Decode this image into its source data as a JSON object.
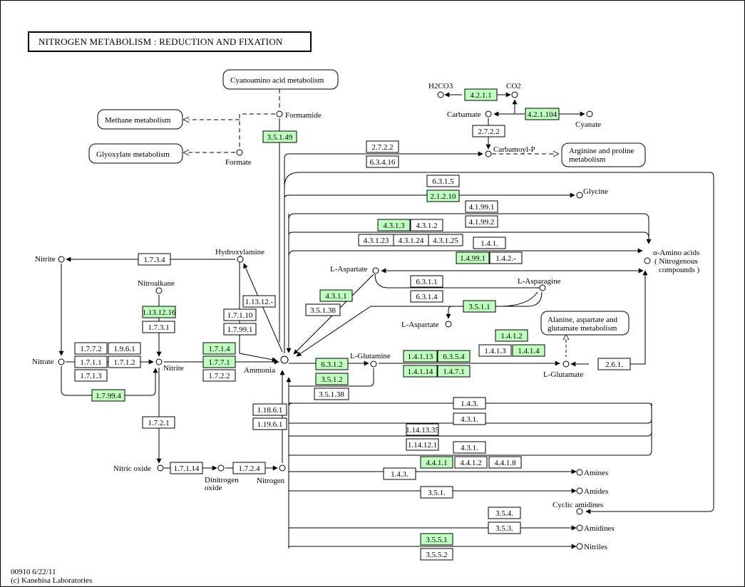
{
  "title": "NITROGEN  METABOLISM : REDUCTION AND FIXATION",
  "footer": {
    "line1": "00910 6/22/11",
    "line2": "(c) Kanehisa Laboratories"
  },
  "colors": {
    "enzyme_found": "#bfffbf",
    "enzyme_plain": "#ffffff",
    "line": "#000000"
  },
  "pathway_maps": {
    "cyanoamino": "Cyanoamino acid metabolism",
    "methane": "Methane metabolism",
    "glyoxylate": "Glyoxylate metabolism",
    "arginine_1": "Arginine and proline",
    "arginine_2": "metabolism",
    "alanine_1": "Alanine, aspartate and",
    "alanine_2": "glutamate metabolism"
  },
  "compounds": {
    "h2co3": "H2CO3",
    "co2": "CO2",
    "carbamate": "Carbamate",
    "cyanate": "Cyanate",
    "carbamoyl_p": "Carbamoyl-P",
    "formamide": "Formamide",
    "formate": "Formate",
    "glycine": "Glycine",
    "amino_acids_1": "α-Amino acids",
    "amino_acids_2": "( Nitrogenous",
    "amino_acids_3": "compounds )",
    "nitrite_left": "Nitrite",
    "hydroxylamine": "Hydroxylamine",
    "l_aspartate_top": "L-Aspartate",
    "l_asparagine": "L-Asparagine",
    "l_aspartate_mid": "L-Aspartate",
    "nitroalkane": "Nitroalkane",
    "nitrate": "Nitrate",
    "nitrite_center": "Nitrite",
    "ammonia": "Ammonia",
    "l_glutamine": "L-Glutamine",
    "l_glutamate": "L-Glutamate",
    "nitric_oxide": "Nitric oxide",
    "dinitrogen_1": "Dinitrogen",
    "dinitrogen_2": "oxide",
    "nitrogen": "Nitrogen",
    "amines": "Amines",
    "amides": "Amides",
    "cyclic_amidines": "Cyclic amidines",
    "amidines": "Amidines",
    "nitriles": "Nitriles"
  },
  "enzymes": [
    {
      "label": "4.2.1.1",
      "found": true
    },
    {
      "label": "4.2.1.104",
      "found": true
    },
    {
      "label": "2.7.2.2",
      "found": false
    },
    {
      "label": "3.5.1.49",
      "found": true
    },
    {
      "label": "2.7.2.2",
      "found": false
    },
    {
      "label": "6.3.4.16",
      "found": false
    },
    {
      "label": "6.3.1.5",
      "found": false
    },
    {
      "label": "2.1.2.10",
      "found": true
    },
    {
      "label": "4.1.99.1",
      "found": false
    },
    {
      "label": "4.1.99.2",
      "found": false
    },
    {
      "label": "4.3.1.3",
      "found": true
    },
    {
      "label": "4.3.1.2",
      "found": false
    },
    {
      "label": "4.3.1.23",
      "found": false
    },
    {
      "label": "4.3.1.24",
      "found": false
    },
    {
      "label": "4.3.1.25",
      "found": false
    },
    {
      "label": "1.4.1.",
      "found": false
    },
    {
      "label": "1.4.99.1",
      "found": true
    },
    {
      "label": "1.4.2.-",
      "found": false
    },
    {
      "label": "1.7.3.4",
      "found": false
    },
    {
      "label": "6.3.1.1",
      "found": false
    },
    {
      "label": "6.3.1.4",
      "found": false
    },
    {
      "label": "4.3.1.1",
      "found": true
    },
    {
      "label": "3.5.1.38",
      "found": false
    },
    {
      "label": "1.13.12.-",
      "found": false
    },
    {
      "label": "3.5.1.1",
      "found": true
    },
    {
      "label": "1.13.12.16",
      "found": true
    },
    {
      "label": "1.7.3.1",
      "found": false
    },
    {
      "label": "1.7.1.10",
      "found": false
    },
    {
      "label": "1.7.99.1",
      "found": false
    },
    {
      "label": "1.4.1.2",
      "found": true
    },
    {
      "label": "1.4.1.3",
      "found": false
    },
    {
      "label": "1.4.1.4",
      "found": true
    },
    {
      "label": "1.7.7.2",
      "found": false
    },
    {
      "label": "1.9.6.1",
      "found": false
    },
    {
      "label": "1.7.1.1",
      "found": false
    },
    {
      "label": "1.7.1.2",
      "found": false
    },
    {
      "label": "1.7.1.3",
      "found": false
    },
    {
      "label": "1.7.1.4",
      "found": true
    },
    {
      "label": "1.7.7.1",
      "found": true
    },
    {
      "label": "1.7.2.2",
      "found": false
    },
    {
      "label": "6.3.1.2",
      "found": true
    },
    {
      "label": "1.4.1.13",
      "found": true
    },
    {
      "label": "6.3.5.4",
      "found": true
    },
    {
      "label": "1.4.1.14",
      "found": true
    },
    {
      "label": "1.4.7.1",
      "found": true
    },
    {
      "label": "2.6.1.",
      "found": false
    },
    {
      "label": "3.5.1.2",
      "found": true
    },
    {
      "label": "3.5.1.38",
      "found": false
    },
    {
      "label": "1.7.99.4",
      "found": true
    },
    {
      "label": "1.4.3.",
      "found": false
    },
    {
      "label": "1.18.6.1",
      "found": false
    },
    {
      "label": "1.19.6.1",
      "found": false
    },
    {
      "label": "4.3.1.",
      "found": false
    },
    {
      "label": "1.7.2.1",
      "found": false
    },
    {
      "label": "1.14.13.35",
      "found": false
    },
    {
      "label": "1.14.12.1",
      "found": false
    },
    {
      "label": "4.3.1.",
      "found": false
    },
    {
      "label": "1.7.1.14",
      "found": false
    },
    {
      "label": "1.7.2.4",
      "found": false
    },
    {
      "label": "4.4.1.1",
      "found": true
    },
    {
      "label": "4.4.1.2",
      "found": false
    },
    {
      "label": "4.4.1.8",
      "found": false
    },
    {
      "label": "1.4.3.",
      "found": false
    },
    {
      "label": "3.5.1.",
      "found": false
    },
    {
      "label": "3.5.4.",
      "found": false
    },
    {
      "label": "3.5.3.",
      "found": false
    },
    {
      "label": "3.5.5.1",
      "found": true
    },
    {
      "label": "3.5.5.2",
      "found": false
    }
  ]
}
